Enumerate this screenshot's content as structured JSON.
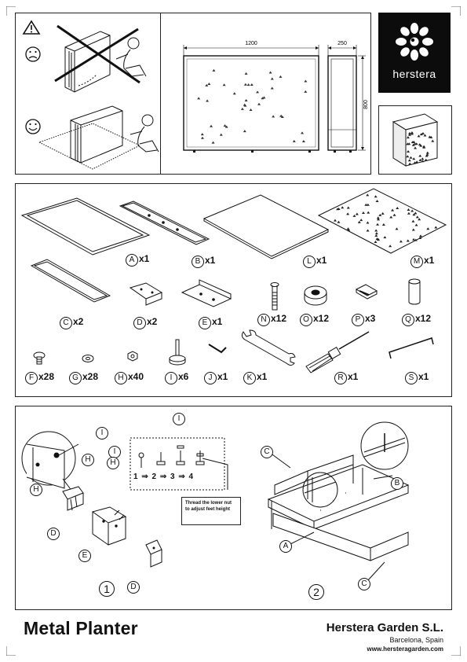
{
  "top": {
    "dimensions": {
      "width": "1200",
      "depth": "250",
      "height": "800"
    }
  },
  "logo": {
    "brand": "herstera"
  },
  "parts": [
    {
      "letter": "A",
      "qty": "x1"
    },
    {
      "letter": "B",
      "qty": "x1"
    },
    {
      "letter": "L",
      "qty": "x1"
    },
    {
      "letter": "M",
      "qty": "x1"
    },
    {
      "letter": "C",
      "qty": "x2"
    },
    {
      "letter": "D",
      "qty": "x2"
    },
    {
      "letter": "E",
      "qty": "x1"
    },
    {
      "letter": "N",
      "qty": "x12"
    },
    {
      "letter": "O",
      "qty": "x12"
    },
    {
      "letter": "P",
      "qty": "x3"
    },
    {
      "letter": "Q",
      "qty": "x12"
    },
    {
      "letter": "F",
      "qty": "x28"
    },
    {
      "letter": "G",
      "qty": "x28"
    },
    {
      "letter": "H",
      "qty": "x40"
    },
    {
      "letter": "I",
      "qty": "x6"
    },
    {
      "letter": "J",
      "qty": "x1"
    },
    {
      "letter": "K",
      "qty": "x1"
    },
    {
      "letter": "R",
      "qty": "x1"
    },
    {
      "letter": "S",
      "qty": "x1"
    }
  ],
  "assembly": {
    "step1": "1",
    "step2": "2",
    "sequence": [
      "1",
      "2",
      "3",
      "4"
    ],
    "note": "Thread the lower nut to adjust feet height",
    "callouts": [
      "I",
      "H",
      "I",
      "H",
      "D",
      "E",
      "D",
      "H",
      "I",
      "C",
      "B",
      "A",
      "C"
    ]
  },
  "footer": {
    "title": "Metal Planter",
    "company": "Herstera Garden S.L.",
    "city": "Barcelona, Spain",
    "website": "www.hersteragarden.com"
  }
}
